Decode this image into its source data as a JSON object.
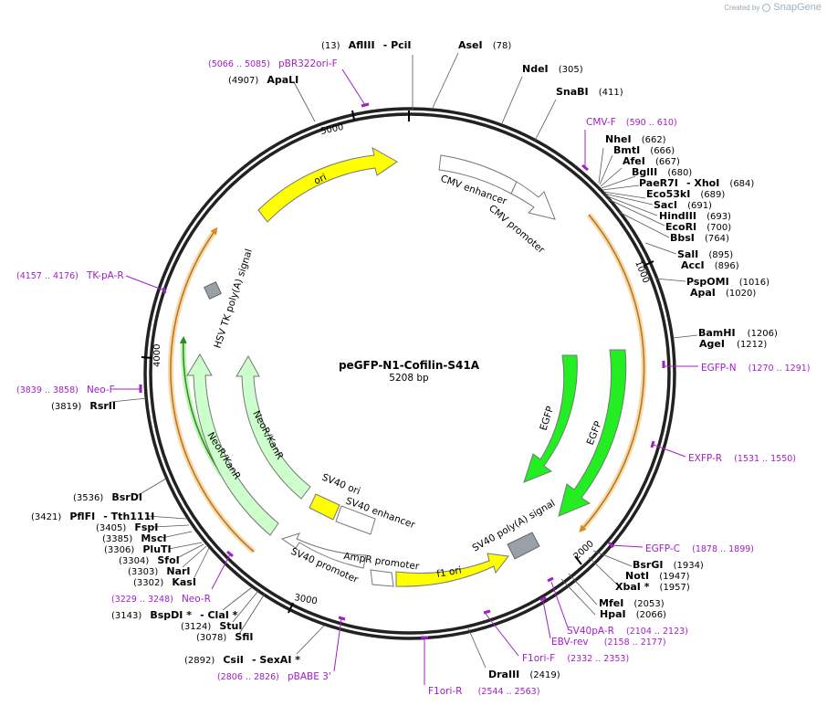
{
  "branding": {
    "created_by": "Created by",
    "app": "SnapGene"
  },
  "map": {
    "name": "peGFP-N1-Cofilin-S41A",
    "size": "5208 bp"
  },
  "ticks": [
    "1000",
    "2000",
    "3000",
    "4000",
    "5000"
  ],
  "features": [
    {
      "label": "ori",
      "color": "#ffff00"
    },
    {
      "label": "CMV enhancer",
      "color": "#ffffff"
    },
    {
      "label": "CMV promoter",
      "color": "#ffffff"
    },
    {
      "label": "HSV TK poly(A) signal",
      "color": "#9aa0a8"
    },
    {
      "label": "EGFP",
      "color": "#22ee22"
    },
    {
      "label": "EGFP",
      "color": "#22ee22"
    },
    {
      "label": "NeoR/KanR",
      "color": "#ccffcc"
    },
    {
      "label": "NeoR/KanR",
      "color": "#ccffcc"
    },
    {
      "label": "SV40 ori",
      "color": "#ffff00"
    },
    {
      "label": "SV40 enhancer",
      "color": "#ffffff"
    },
    {
      "label": "SV40 poly(A) signal",
      "color": "#9aa0a8"
    },
    {
      "label": "AmpR promoter",
      "color": "#ffffff"
    },
    {
      "label": "SV40 promoter",
      "color": "#ffffff"
    },
    {
      "label": "f1 ori",
      "color": "#ffff00"
    }
  ],
  "sites": [
    {
      "pos": "(13)",
      "name": "AflIII",
      "name2": "- PciI"
    },
    {
      "pos": "(78)",
      "name": "AseI"
    },
    {
      "pos": "(305)",
      "name": "NdeI"
    },
    {
      "pos": "(411)",
      "name": "SnaBI"
    },
    {
      "pos": "(662)",
      "name": "NheI"
    },
    {
      "pos": "(666)",
      "name": "BmtI"
    },
    {
      "pos": "(667)",
      "name": "AfeI"
    },
    {
      "pos": "(680)",
      "name": "BglII"
    },
    {
      "pos": "(684)",
      "name": "PaeR7I",
      "name2": "- XhoI"
    },
    {
      "pos": "(689)",
      "name": "Eco53kI"
    },
    {
      "pos": "(691)",
      "name": "SacI"
    },
    {
      "pos": "(693)",
      "name": "HindIII"
    },
    {
      "pos": "(700)",
      "name": "EcoRI"
    },
    {
      "pos": "(764)",
      "name": "BbsI"
    },
    {
      "pos": "(895)",
      "name": "SalI"
    },
    {
      "pos": "(896)",
      "name": "AccI"
    },
    {
      "pos": "(1016)",
      "name": "PspOMI"
    },
    {
      "pos": "(1020)",
      "name": "ApaI"
    },
    {
      "pos": "(1206)",
      "name": "BamHI"
    },
    {
      "pos": "(1212)",
      "name": "AgeI"
    },
    {
      "pos": "(1934)",
      "name": "BsrGI"
    },
    {
      "pos": "(1947)",
      "name": "NotI"
    },
    {
      "pos": "(1957)",
      "name": "XbaI *"
    },
    {
      "pos": "(2053)",
      "name": "MfeI"
    },
    {
      "pos": "(2066)",
      "name": "HpaI"
    },
    {
      "pos": "(2419)",
      "name": "DraIII"
    },
    {
      "pos": "(2892)",
      "name": "CsiI",
      "name2": "- SexAI *"
    },
    {
      "pos": "(3078)",
      "name": "SfiI"
    },
    {
      "pos": "(3124)",
      "name": "StuI"
    },
    {
      "pos": "(3143)",
      "name": "BspDI *",
      "name2": "- ClaI *"
    },
    {
      "pos": "(3302)",
      "name": "KasI"
    },
    {
      "pos": "(3303)",
      "name": "NarI"
    },
    {
      "pos": "(3304)",
      "name": "SfoI"
    },
    {
      "pos": "(3306)",
      "name": "PluTI"
    },
    {
      "pos": "(3385)",
      "name": "MscI"
    },
    {
      "pos": "(3405)",
      "name": "FspI"
    },
    {
      "pos": "(3421)",
      "name": "PflFI",
      "name2": "- Tth111I"
    },
    {
      "pos": "(3536)",
      "name": "BsrDI"
    },
    {
      "pos": "(3819)",
      "name": "RsrII"
    },
    {
      "pos": "(4907)",
      "name": "ApaLI"
    }
  ],
  "primers": [
    {
      "name": "pBR322ori-F",
      "range": "(5066 .. 5085)"
    },
    {
      "name": "CMV-F",
      "range": "(590 .. 610)"
    },
    {
      "name": "EGFP-N",
      "range": "(1270 .. 1291)"
    },
    {
      "name": "EXFP-R",
      "range": "(1531 .. 1550)"
    },
    {
      "name": "EGFP-C",
      "range": "(1878 .. 1899)"
    },
    {
      "name": "SV40pA-R",
      "range": "(2104 .. 2123)"
    },
    {
      "name": "EBV-rev",
      "range": "(2158 .. 2177)"
    },
    {
      "name": "F1ori-F",
      "range": "(2332 .. 2353)"
    },
    {
      "name": "F1ori-R",
      "range": "(2544 .. 2563)"
    },
    {
      "name": "pBABE 3'",
      "range": "(2806 .. 2826)"
    },
    {
      "name": "Neo-R",
      "range": "(3229 .. 3248)"
    },
    {
      "name": "Neo-F",
      "range": "(3839 .. 3858)"
    },
    {
      "name": "TK-pA-R",
      "range": "(4157 .. 4176)"
    }
  ]
}
